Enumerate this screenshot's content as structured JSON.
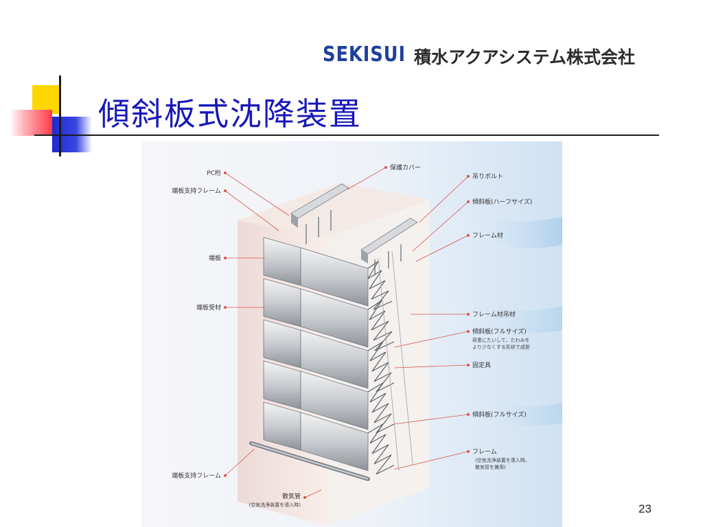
{
  "header": {
    "logo_brand": "SEKISUI",
    "logo_company": "積水アクアシステム株式会社",
    "title": "傾斜板式沈降装置"
  },
  "figure": {
    "labels_left": {
      "pc_beam": "PC桁",
      "end_plate_support_frame_top": "端板支持フレーム",
      "end_plate": "端板",
      "end_plate_receiver": "端板受材",
      "end_plate_support_frame_bottom": "端板支持フレーム",
      "diffuser_pipe": "散気管",
      "diffuser_pipe_note": "(空気洗浄装置を導入時)"
    },
    "labels_right": {
      "protective_cover": "保護カバー",
      "hanging_bolt": "吊りボルト",
      "inclined_plate_half": "傾斜板(ハーフサイズ)",
      "frame_member": "フレーム材",
      "frame_member_hanger": "フレーム材吊材",
      "inclined_plate_full_1": "傾斜板(フルサイズ)",
      "inclined_plate_full_1_note_1": "荷重にたいして、たわみを",
      "inclined_plate_full_1_note_2": "より少なくする形状で成型",
      "fixture": "固定具",
      "inclined_plate_full_2": "傾斜板(フルサイズ)",
      "frame": "フレーム",
      "frame_note_1": "(空気洗浄装置を導入時、",
      "frame_note_2": "散気管を兼用)"
    }
  },
  "footer": {
    "page_number": "23"
  }
}
